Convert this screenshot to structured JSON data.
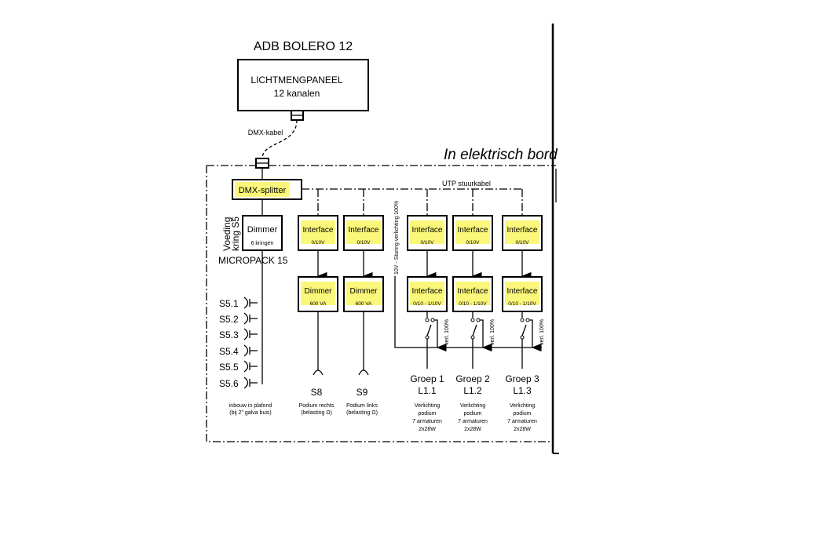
{
  "title": "ADB BOLERO 12",
  "panel": {
    "line1": "LICHTMENGPANEEL",
    "line2": "12 kanalen"
  },
  "cable": "DMX-kabel",
  "board": "In elektrisch bord",
  "splitter": "DMX-splitter",
  "utp": "UTP stuurkabel",
  "dimmer": {
    "title": "Dimmer",
    "sub": "6 kringen",
    "supply1": "Voeding",
    "supply2": "kring S5",
    "model": "MICROPACK 15"
  },
  "control_label": "10V - Sturing verlichting 100%",
  "interface": {
    "title": "Interface",
    "sub1": "0/10V",
    "sub2": "0/10 - 1/10V"
  },
  "dimmer600": {
    "title": "Dimmer",
    "sub": "600 VA"
  },
  "override": "verl. 100%",
  "outlets": [
    "S5.1",
    "S5.2",
    "S5.3",
    "S5.4",
    "S5.5",
    "S5.6"
  ],
  "outlet_note": [
    "inbouw in plafond",
    "(bij 2\" galva buis)"
  ],
  "sockets": [
    {
      "name": "S8",
      "desc1": "Podium rechts",
      "desc2": "(belasting  Ω)"
    },
    {
      "name": "S9",
      "desc1": "Podium links",
      "desc2": "(belasting  Ω)"
    }
  ],
  "groups": [
    {
      "name": "Groep 1",
      "id": "L1.1",
      "d1": "Verlichting",
      "d2": "podium",
      "d3": "7 armaturen",
      "d4": "2x28W"
    },
    {
      "name": "Groep 2",
      "id": "L1.2",
      "d1": "Verlichting",
      "d2": "podium",
      "d3": "7 armaturen",
      "d4": "2x28W"
    },
    {
      "name": "Groep 3",
      "id": "L1.3",
      "d1": "Verlichting",
      "d2": "podium",
      "d3": "7 armaturen",
      "d4": "2x28W"
    }
  ],
  "colors": {
    "highlight": "#fbf77a"
  }
}
